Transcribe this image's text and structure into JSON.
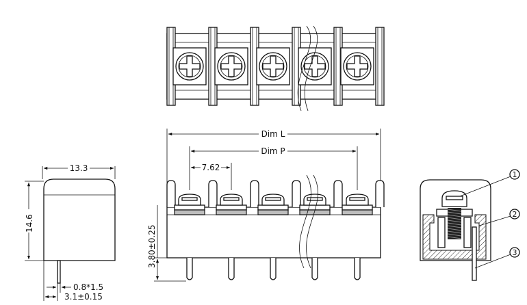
{
  "dimensions": {
    "overall_length": "Dim  L",
    "pitch_span": "Dim  P",
    "pitch": "7.62",
    "width": "13.3",
    "height": "14.6",
    "pin_height": "3.80±0.25",
    "pin_section": "0.8*1.5",
    "pin_offset": "3.1±0.15"
  },
  "callouts": [
    "1",
    "2",
    "3"
  ]
}
